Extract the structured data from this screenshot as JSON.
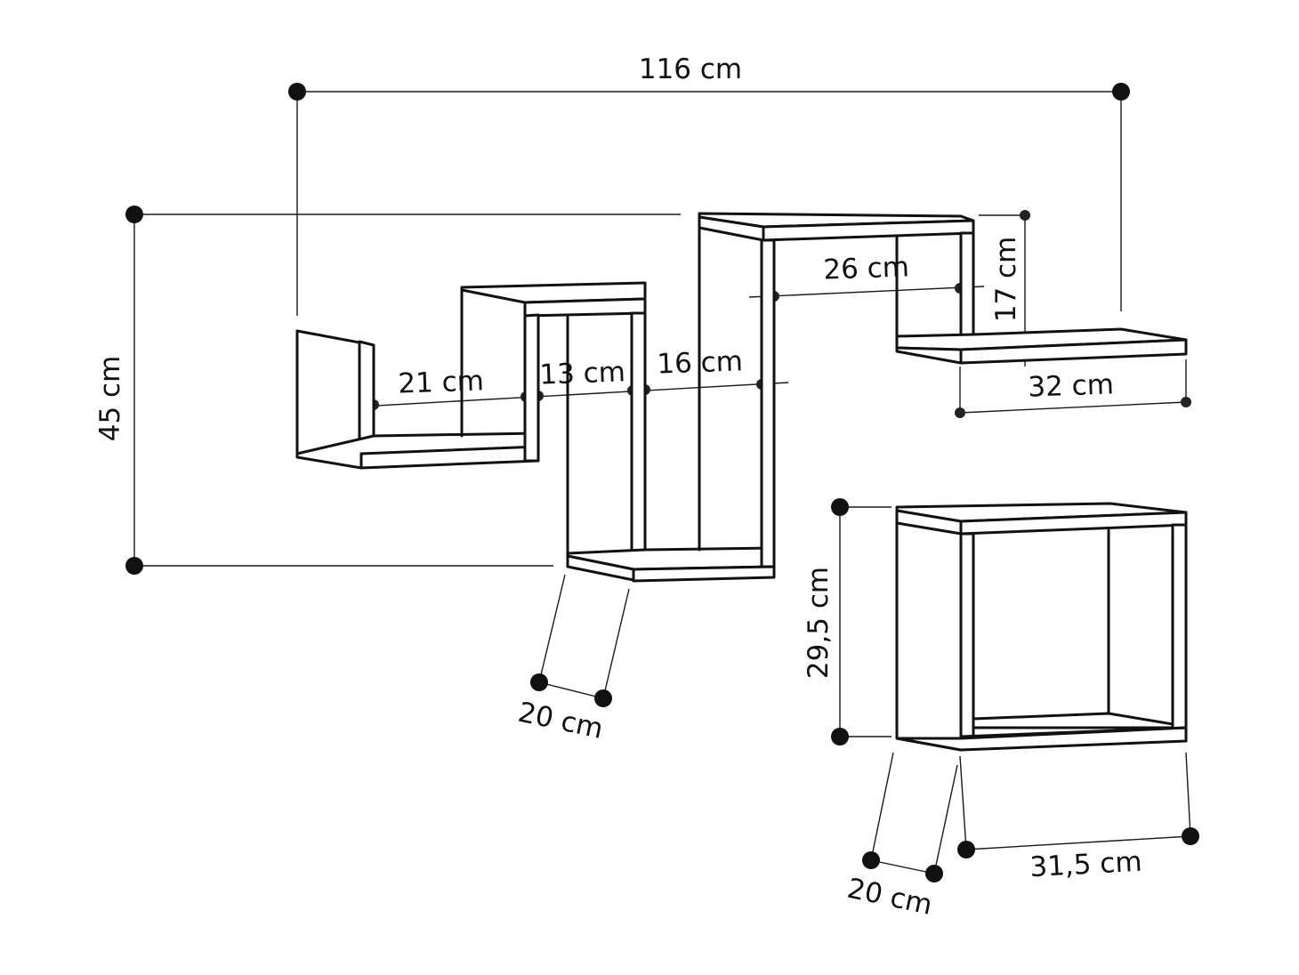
{
  "diagram": {
    "colors": {
      "line": "#111111",
      "background": "#ffffff"
    },
    "labels": {
      "overall_width": "116 cm",
      "overall_height": "45 cm",
      "left_unit_width": "21 cm",
      "middle_unit_width": "13 cm",
      "tall_unit_width": "16 cm",
      "upper_unit_width": "26 cm",
      "upper_unit_height": "17 cm",
      "right_shelf_width": "32 cm",
      "main_depth": "20 cm",
      "cube_height": "29,5 cm",
      "cube_depth": "20 cm",
      "cube_width": "31,5 cm"
    }
  }
}
